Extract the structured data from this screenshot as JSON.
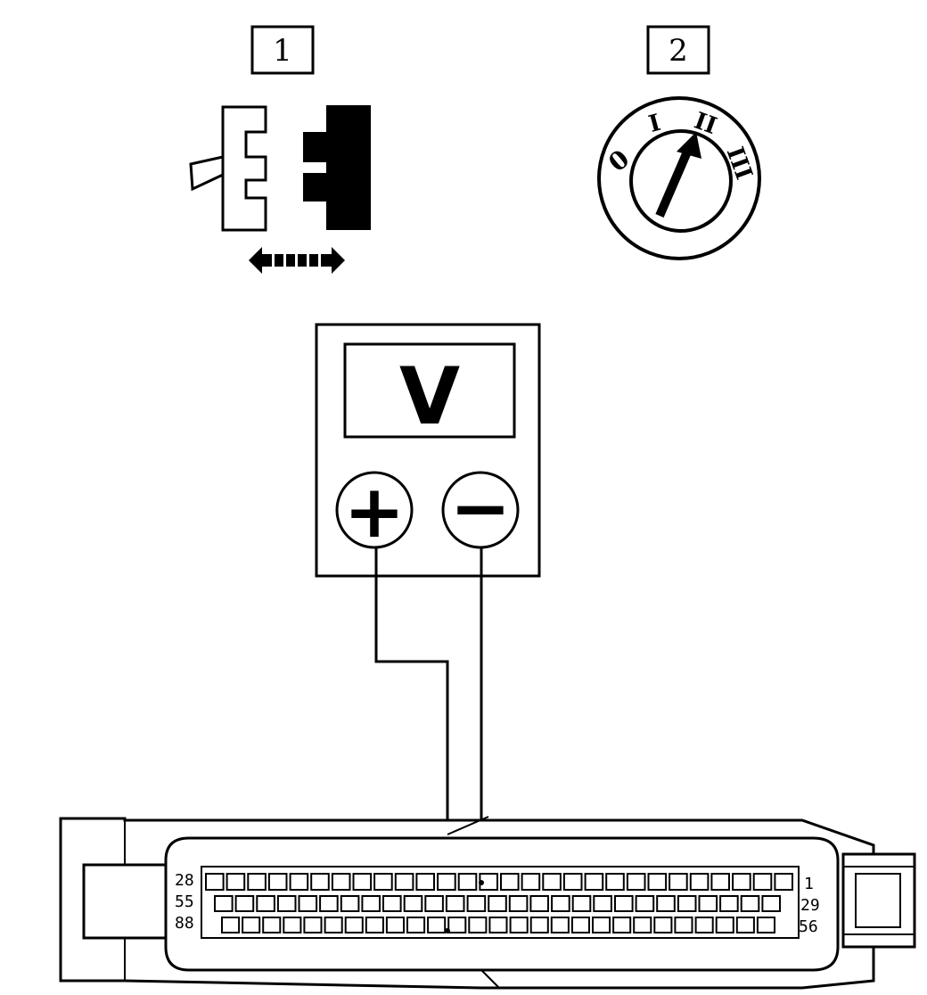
{
  "steps": [
    {
      "label": "1",
      "icon": "connector-disconnect-icon"
    },
    {
      "label": "2",
      "icon": "ignition-key-icon"
    }
  ],
  "ignition": {
    "positions": [
      "0",
      "I",
      "II",
      "III"
    ],
    "selected": "II"
  },
  "meter": {
    "display": "V",
    "positive": "+",
    "negative": "−"
  },
  "ecu_connector": {
    "row_labels_left": [
      "28",
      "55",
      "88"
    ],
    "row_labels_right": [
      "1",
      "29",
      "56"
    ]
  }
}
